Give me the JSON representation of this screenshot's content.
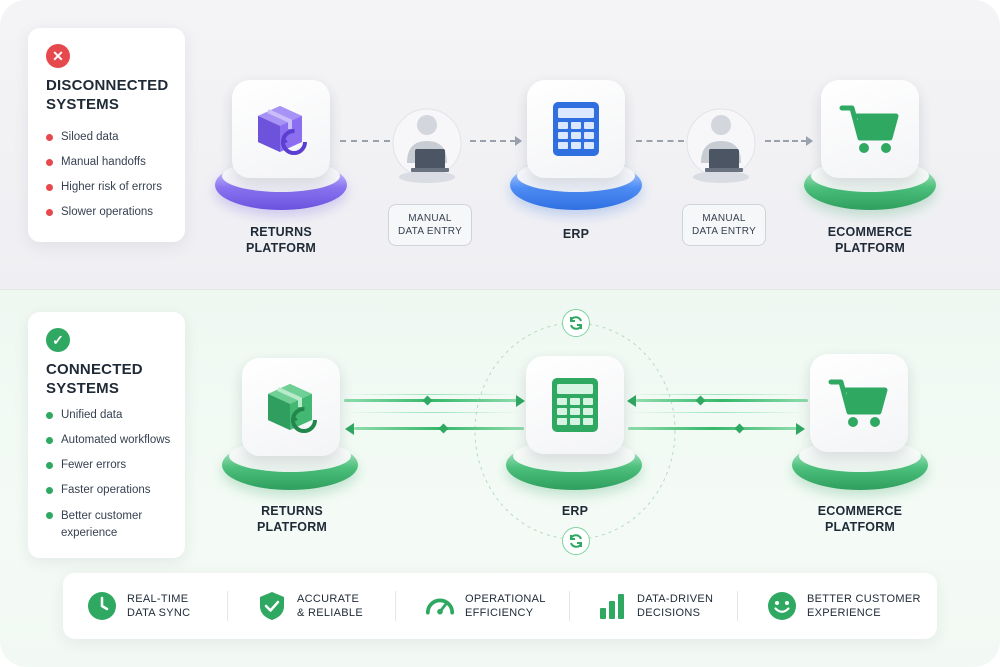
{
  "disconnected": {
    "title": "DISCONNECTED\nSYSTEMS",
    "status_icon": "x-icon",
    "accent": "#e5484d",
    "bullets": [
      "Siloed data",
      "Manual handoffs",
      "Higher risk of errors",
      "Slower operations"
    ]
  },
  "connected": {
    "title": "CONNECTED\nSYSTEMS",
    "status_icon": "check-icon",
    "accent": "#2fa862",
    "bullets": [
      "Unified data",
      "Automated workflows",
      "Fewer errors",
      "Faster operations",
      "Better customer\nexperience"
    ]
  },
  "top_flow": {
    "nodes": [
      {
        "label": "RETURNS\nPLATFORM",
        "icon": "returns-box-icon",
        "color": "#7b61e8"
      },
      {
        "label": "ERP",
        "icon": "erp-spreadsheet-icon",
        "color": "#3b82f6"
      },
      {
        "label": "ECOMMERCE\nPLATFORM",
        "icon": "shopping-cart-icon",
        "color": "#34b36b"
      }
    ],
    "manual_steps": [
      "MANUAL\nDATA ENTRY",
      "MANUAL\nDATA ENTRY"
    ]
  },
  "bottom_flow": {
    "nodes": [
      {
        "label": "RETURNS\nPLATFORM",
        "icon": "returns-box-icon"
      },
      {
        "label": "ERP",
        "icon": "erp-spreadsheet-icon"
      },
      {
        "label": "ECOMMERCE\nPLATFORM",
        "icon": "shopping-cart-icon"
      }
    ],
    "color": "#34b36b"
  },
  "features": [
    {
      "label": "REAL-TIME\nDATA SYNC",
      "icon": "clock-icon"
    },
    {
      "label": "ACCURATE\n& RELIABLE",
      "icon": "shield-check-icon"
    },
    {
      "label": "OPERATIONAL\nEFFICIENCY",
      "icon": "speedometer-icon"
    },
    {
      "label": "DATA-DRIVEN\nDECISIONS",
      "icon": "bar-chart-icon"
    },
    {
      "label": "BETTER CUSTOMER\nEXPERIENCE",
      "icon": "smiley-icon"
    }
  ]
}
